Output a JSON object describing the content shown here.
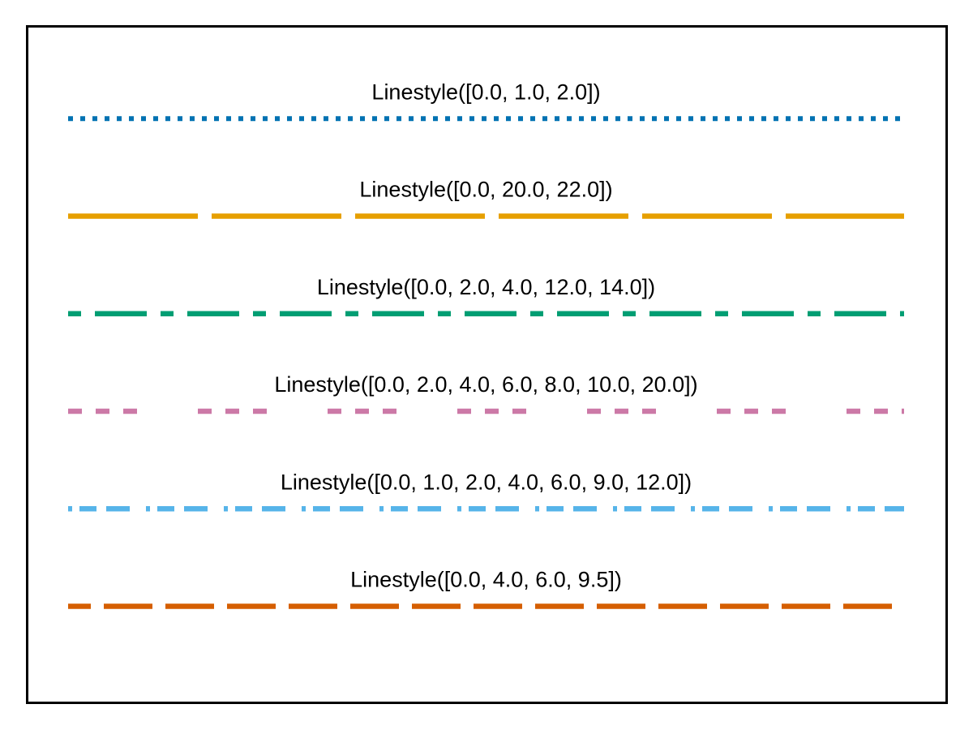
{
  "chart_data": {
    "type": "line",
    "title": "",
    "grid": false,
    "legend": "none",
    "background": "#ffffff",
    "frame_color": "#000000",
    "series": [
      {
        "label": "Linestyle([0.0, 1.0, 2.0])",
        "pattern": [
          0.0,
          1.0,
          2.0
        ],
        "color": "#0072B2",
        "dasharray": "6 9",
        "dashoffset": 0,
        "stroke_width": 6
      },
      {
        "label": "Linestyle([0.0, 20.0, 22.0])",
        "pattern": [
          0.0,
          20.0,
          22.0
        ],
        "color": "#E69F00",
        "dasharray": "160 17",
        "dashoffset": 0,
        "stroke_width": 6.5
      },
      {
        "label": "Linestyle([0.0, 2.0, 4.0, 12.0, 14.0])",
        "pattern": [
          0.0,
          2.0,
          4.0,
          12.0,
          14.0
        ],
        "color": "#009E73",
        "dasharray": "16 17 64 17",
        "dashoffset": 0,
        "stroke_width": 6.5
      },
      {
        "label": "Linestyle([0.0, 2.0, 4.0, 6.0, 8.0, 10.0, 20.0])",
        "pattern": [
          0.0,
          2.0,
          4.0,
          6.0,
          8.0,
          10.0,
          20.0
        ],
        "color": "#CC79A7",
        "dasharray": "17 17 17 17 17 75",
        "dashoffset": 0,
        "stroke_width": 6.5
      },
      {
        "label": "Linestyle([0.0, 1.0, 2.0, 4.0, 6.0, 9.0, 12.0])",
        "pattern": [
          0.0,
          1.0,
          2.0,
          4.0,
          6.0,
          9.0,
          12.0
        ],
        "color": "#56B4E9",
        "dasharray": "5 9 21 12 29 20",
        "dashoffset": 0,
        "stroke_width": 6.5
      },
      {
        "label": "Linestyle([0.0, 4.0, 6.0, 9.5])",
        "pattern": [
          0.0,
          4.0,
          6.0,
          9.5
        ],
        "color": "#D55E00",
        "dasharray": "60 16",
        "dashoffset": 32,
        "stroke_width": 6.5
      }
    ]
  }
}
